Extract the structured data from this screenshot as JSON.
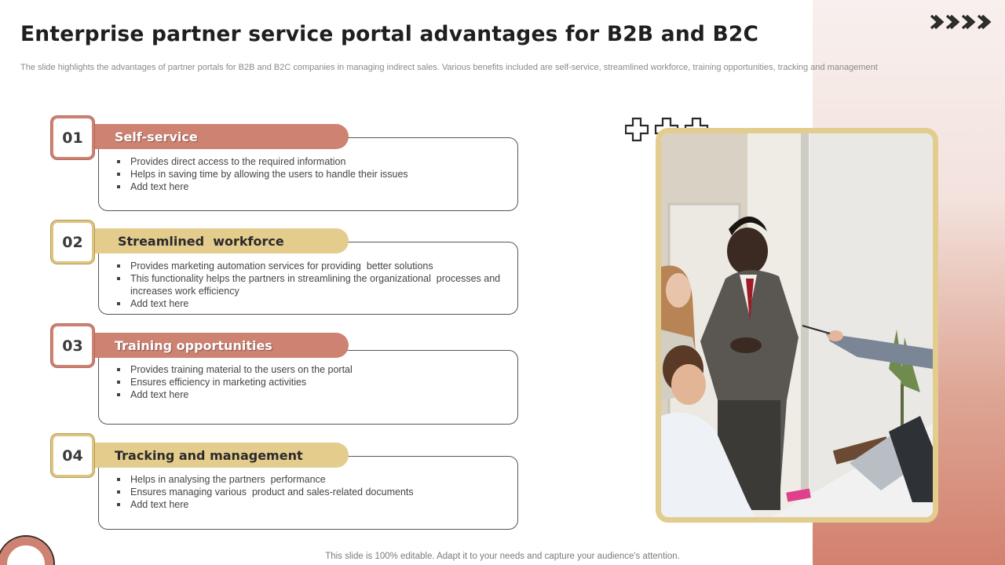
{
  "slide": {
    "title": "Enterprise partner service portal advantages for B2B and B2C",
    "subtitle": "The slide highlights the advantages of partner portals for B2B and B2C companies in managing indirect sales. Various benefits included are self-service, streamlined workforce, training opportunities, tracking and management",
    "footer": "This slide is 100% editable. Adapt it to your needs and capture your audience's attention."
  },
  "colors": {
    "accent_red": "#cd8272",
    "accent_gold": "#e4cc8d",
    "title_text": "#1f1f1f"
  },
  "icons": {
    "top_right": "chevron-right-icon",
    "above_photo": "cross-icon"
  },
  "items": [
    {
      "number": "01",
      "heading": "Self-service",
      "bullets": [
        "Provides direct access to the required information",
        "Helps in saving time by allowing the users to handle their issues",
        "Add text here"
      ]
    },
    {
      "number": "02",
      "heading": "Streamlined  workforce",
      "bullets": [
        "Provides marketing automation services for providing  better solutions",
        "This functionality helps the partners in streamlining the organizational  processes and increases work efficiency",
        "Add text here"
      ]
    },
    {
      "number": "03",
      "heading": "Training opportunities",
      "bullets": [
        "Provides training material to the users on the portal",
        "Ensures efficiency in marketing activities",
        "Add text here"
      ]
    },
    {
      "number": "04",
      "heading": "Tracking and management",
      "bullets": [
        "Helps in analysing the partners  performance",
        "Ensures managing various  product and sales-related documents",
        "Add text here"
      ]
    }
  ]
}
